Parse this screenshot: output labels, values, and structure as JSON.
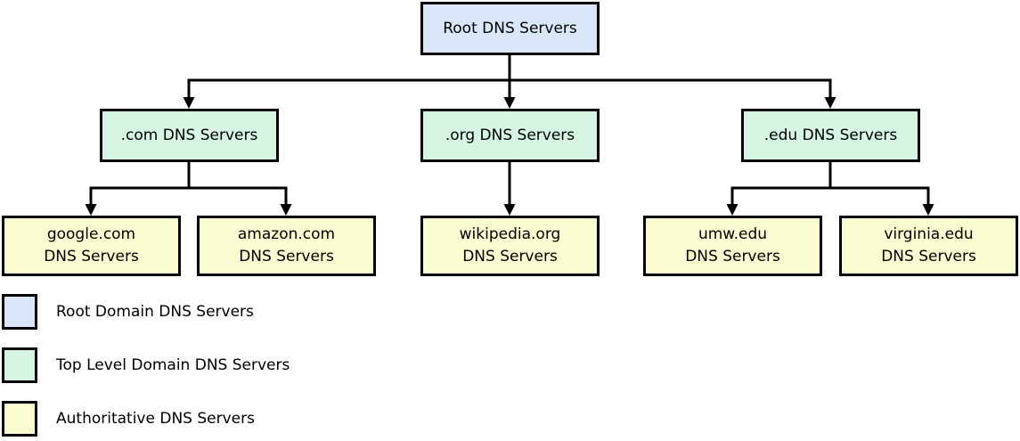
{
  "diagram": {
    "nodes": {
      "root": "Root DNS Servers",
      "com": ".com DNS Servers",
      "org": ".org DNS Servers",
      "edu": ".edu DNS Servers",
      "google": "google.com\nDNS Servers",
      "amazon": "amazon.com\nDNS Servers",
      "wikipedia": "wikipedia.org\nDNS Servers",
      "umw": "umw.edu\nDNS Servers",
      "virginia": "virginia.edu\nDNS Servers"
    },
    "colors": {
      "root_fill": "#d9e7f8",
      "tld_fill": "#d6f5e2",
      "authoritative_fill": "#fcfcd2",
      "line": "#000000"
    },
    "legend": [
      {
        "label": "Root Domain DNS Servers",
        "color": "#d9e7f8"
      },
      {
        "label": "Top Level Domain DNS Servers",
        "color": "#d6f5e2"
      },
      {
        "label": "Authoritative DNS Servers",
        "color": "#fcfcd2"
      }
    ]
  }
}
